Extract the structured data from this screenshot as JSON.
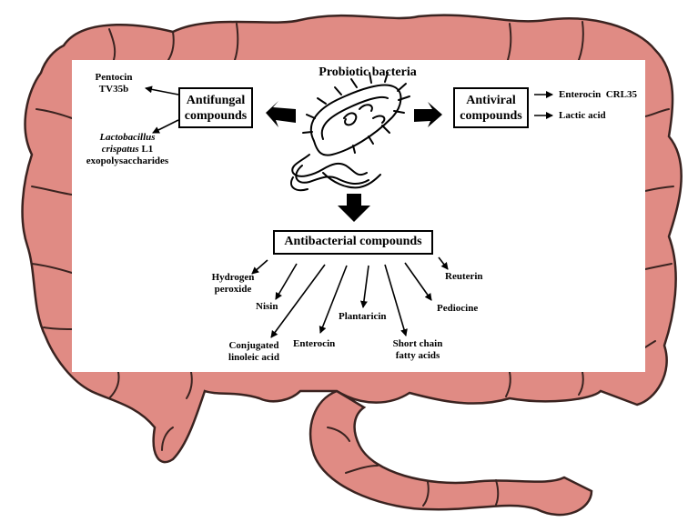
{
  "title": "Probiotic bacteria",
  "colors": {
    "intestine_fill": "#E08B84",
    "intestine_outline": "#3a2320",
    "panel": "#FFFFFF",
    "ink": "#000000"
  },
  "antifungal": {
    "label_line1": "Antifungal",
    "label_line2": "compounds",
    "items": {
      "pentocin_line1": "Pentocin",
      "pentocin_line2": "TV35b",
      "lacto_line1": "Lactobacillus",
      "lacto_line2a": "crispatus",
      "lacto_line2b": " L1",
      "lacto_line3": "exopolysaccharides"
    }
  },
  "antiviral": {
    "label_line1": "Antiviral",
    "label_line2": "compounds",
    "items": [
      "Enterocin  CRL35",
      "Lactic acid"
    ]
  },
  "antibacterial": {
    "label": "Antibacterial compounds",
    "items": {
      "hydrogen_peroxide_line1": "Hydrogen",
      "hydrogen_peroxide_line2": "peroxide",
      "nisin": "Nisin",
      "cla_line1": "Conjugated",
      "cla_line2": "linoleic acid",
      "enterocin": "Enterocin",
      "plantaricin": "Plantaricin",
      "scfa_line1": "Short chain",
      "scfa_line2": "fatty acids",
      "pediocine": "Pediocine",
      "reuterin": "Reuterin"
    }
  }
}
